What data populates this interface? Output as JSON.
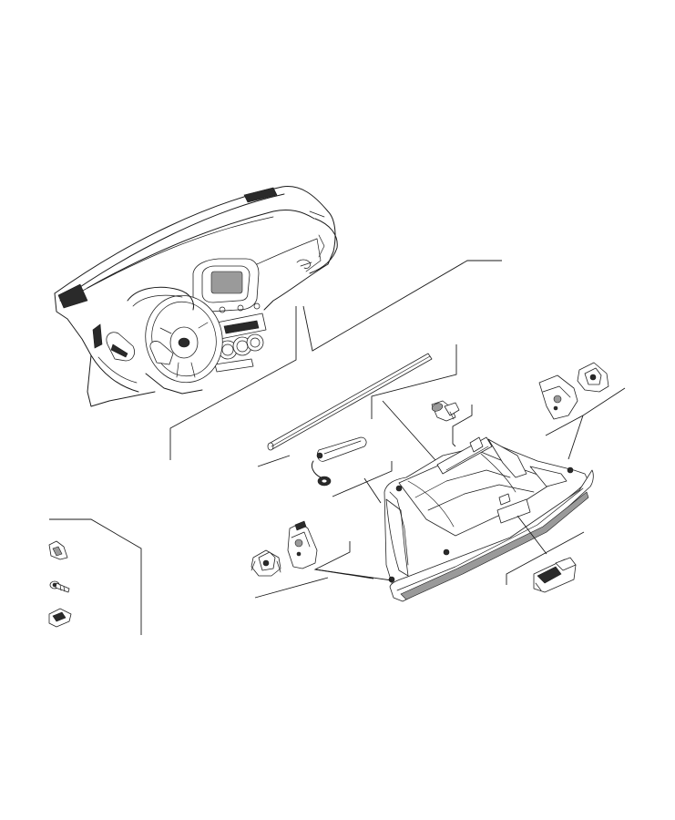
{
  "diagram": {
    "colors": {
      "line": "#1a1a1a",
      "background": "#ffffff",
      "shade": "#2a2a2a"
    },
    "parts": [
      {
        "name": "instrument-panel"
      },
      {
        "name": "glove-box-damper-rod"
      },
      {
        "name": "glove-box-lamp-harness"
      },
      {
        "name": "glove-box-bumper"
      },
      {
        "name": "glove-box-assembly"
      },
      {
        "name": "glove-box-hinge-left"
      },
      {
        "name": "glove-box-hinge-right"
      },
      {
        "name": "glove-box-latch"
      },
      {
        "name": "retainer-clip"
      },
      {
        "name": "screw"
      },
      {
        "name": "u-nut"
      }
    ]
  }
}
